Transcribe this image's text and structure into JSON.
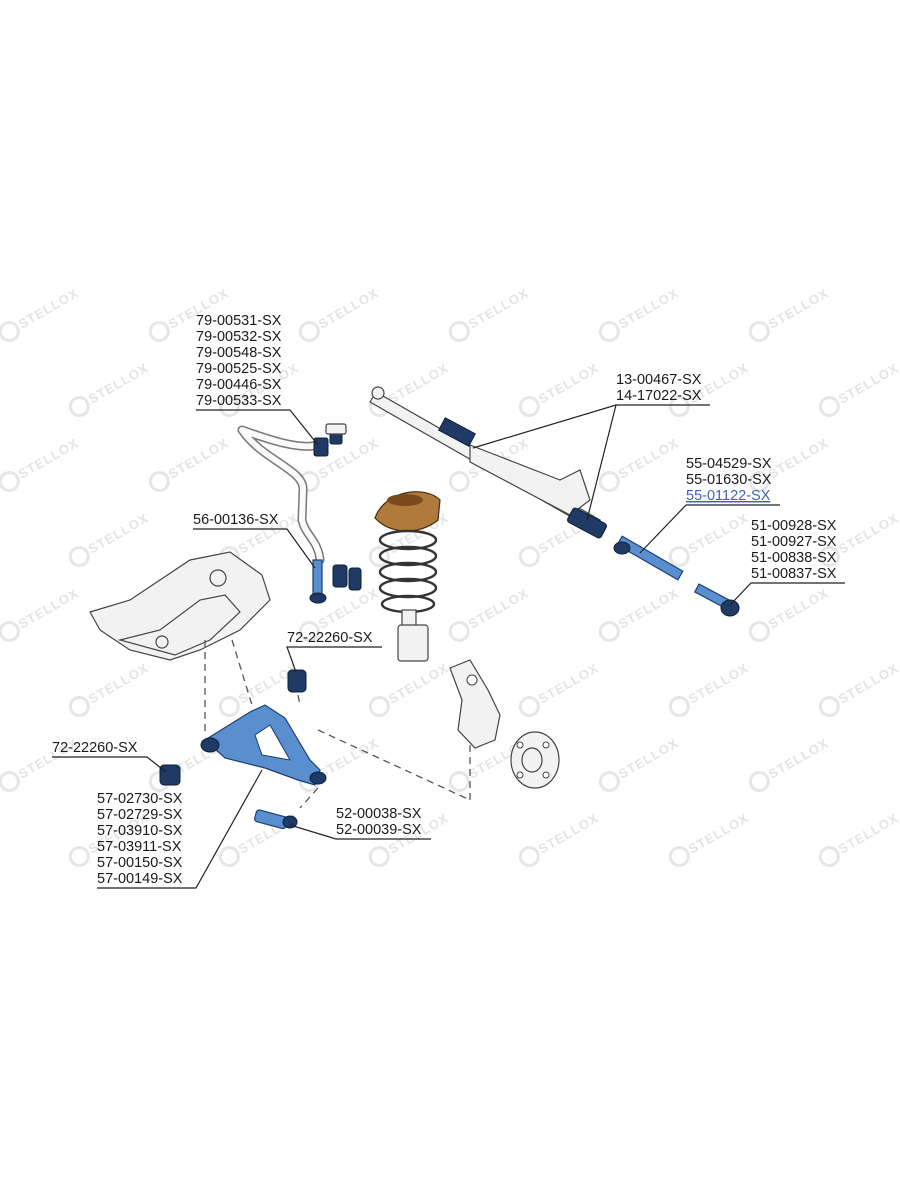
{
  "watermark": {
    "text": "STELLOX"
  },
  "labels": {
    "stabilizer_bushings": [
      "79-00531-SX",
      "79-00532-SX",
      "79-00548-SX",
      "79-00525-SX",
      "79-00446-SX",
      "79-00533-SX"
    ],
    "stabilizer_link": [
      "56-00136-SX"
    ],
    "steering_rack": [
      "13-00467-SX",
      "14-17022-SX"
    ],
    "tie_rod": [
      "55-04529-SX",
      "55-01630-SX",
      "55-01122-SX"
    ],
    "tie_rod_end": [
      "51-00928-SX",
      "51-00927-SX",
      "51-00838-SX",
      "51-00837-SX"
    ],
    "arm_bushing_rear": [
      "72-22260-SX"
    ],
    "arm_bushing_front": [
      "72-22260-SX"
    ],
    "control_arm": [
      "57-02730-SX",
      "57-02729-SX",
      "57-03910-SX",
      "57-03911-SX",
      "57-00150-SX",
      "57-00149-SX"
    ],
    "ball_joint": [
      "52-00038-SX",
      "52-00039-SX"
    ]
  },
  "colors": {
    "part_blue": "#5a8fcf",
    "highlight_link": "#3a66b8",
    "watermark": "#e4e4e4"
  }
}
